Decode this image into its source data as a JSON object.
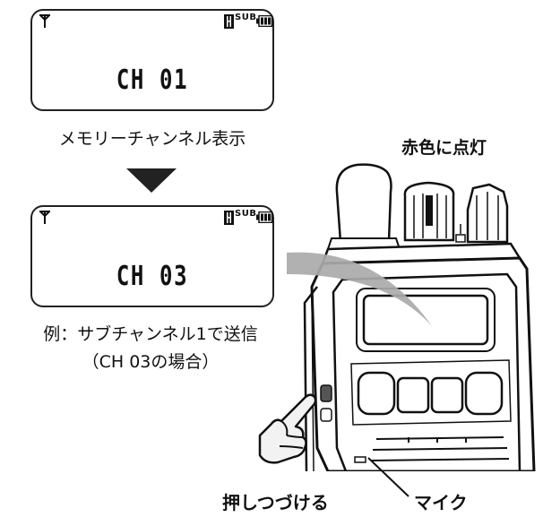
{
  "top_display": {
    "channel_text": "CH 01",
    "sub_label": "SUB"
  },
  "top_caption": "メモリーチャンネル表示",
  "bottom_display": {
    "channel_text": "CH 03",
    "sub_label": "SUB"
  },
  "bottom_caption_line1": "例：サブチャンネル1で送信",
  "bottom_caption_line2": "（CH 03の場合）",
  "led_label": "赤色に点灯",
  "press_label": "押しつづける",
  "mic_label": "マイク"
}
